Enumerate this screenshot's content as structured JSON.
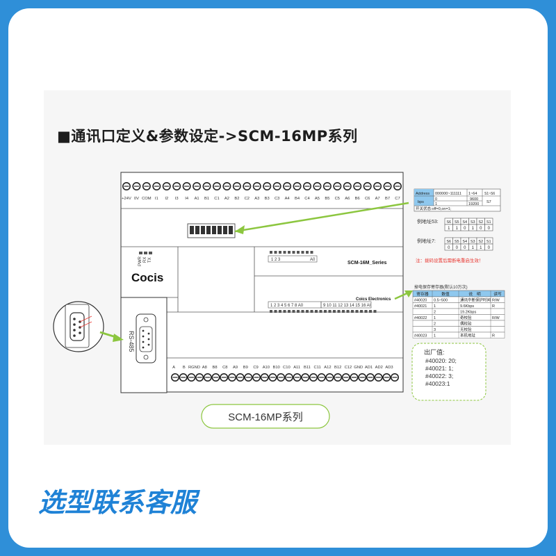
{
  "heading": "■通讯口定义&参数设定->SCM-16MP系列",
  "footer_link": "选型联系客服",
  "device": {
    "top_terminals": [
      "+24V",
      "0V",
      "COM",
      "I1",
      "I2",
      "I3",
      "I4",
      "A1",
      "B1",
      "C1",
      "A2",
      "B2",
      "C2",
      "A3",
      "B3",
      "C3",
      "A4",
      "B4",
      "C4",
      "A5",
      "B5",
      "C5",
      "A6",
      "B6",
      "C6",
      "A7",
      "B7",
      "C7"
    ],
    "bottom_terminals": [
      "A",
      "B",
      "RGND",
      "A8",
      "B8",
      "C8",
      "A9",
      "B9",
      "C9",
      "A10",
      "B10",
      "C10",
      "A11",
      "B11",
      "C11",
      "A12",
      "B12",
      "C12",
      "GND",
      "AD1",
      "AD2",
      "AD3"
    ],
    "leds": [
      "PWR",
      "RX",
      "TX"
    ],
    "brand": "Cocis",
    "series": "SCM-16M_Series",
    "maker": "Coics Electronics",
    "io_top_labels": "1  2  3",
    "io_top_end": "A0",
    "io_bottom_labels": "1  2  3  4  5  6  7  8  A0",
    "io_bottom_labels2": "9 10 11 12 13 14 15 16  AI",
    "port_label": "RS-485",
    "caption": "SCM-16MP系列"
  },
  "dip_table": {
    "headers": [
      "Address",
      "000000~111111",
      "1~64",
      "S1~S6"
    ],
    "row2": [
      "bps",
      "0",
      "9600",
      "S7"
    ],
    "row3": [
      "",
      "1",
      "19200",
      ""
    ],
    "note": "开关状态:off=0,on=1;"
  },
  "examples": [
    {
      "label": "例地址53:",
      "switches": [
        "S6",
        "S5",
        "S4",
        "S3",
        "S2",
        "S1"
      ],
      "bits": [
        "1",
        "1",
        "0",
        "1",
        "0",
        "0"
      ]
    },
    {
      "label": "例地址7:",
      "switches": [
        "S6",
        "S5",
        "S4",
        "S3",
        "S2",
        "S1"
      ],
      "bits": [
        "0",
        "0",
        "0",
        "1",
        "1",
        "0"
      ]
    }
  ],
  "warning": "注：拨码设置后需断电重启生效！",
  "register_table": {
    "title": "掉电保存寄存器(默认10万次)",
    "headers": [
      "寄存器",
      "数值",
      "说　明",
      "读写"
    ],
    "rows": [
      [
        "#40020",
        "0.5~500",
        "通讯中断保护时间",
        "R/W"
      ],
      [
        "#40021",
        "1",
        "9.6Kbps",
        "R"
      ],
      [
        "",
        "2",
        "19.2Kbps",
        ""
      ],
      [
        "#40022",
        "1",
        "奇校验",
        "R/W"
      ],
      [
        "",
        "2",
        "偶校验",
        ""
      ],
      [
        "",
        "3",
        "无校验",
        ""
      ],
      [
        "#40023",
        "1",
        "本机地址",
        "R"
      ]
    ]
  },
  "factory_values": {
    "title": "出厂值:",
    "lines": [
      "#40020: 20;",
      "#40021: 1;",
      "#40022: 3;",
      "#40023:1"
    ]
  },
  "colors": {
    "accent": "#1f82d6",
    "border": "#2f8fd8",
    "arrow": "#8cc63f",
    "warning": "#e8352f",
    "table_header": "#8fc8ee"
  }
}
